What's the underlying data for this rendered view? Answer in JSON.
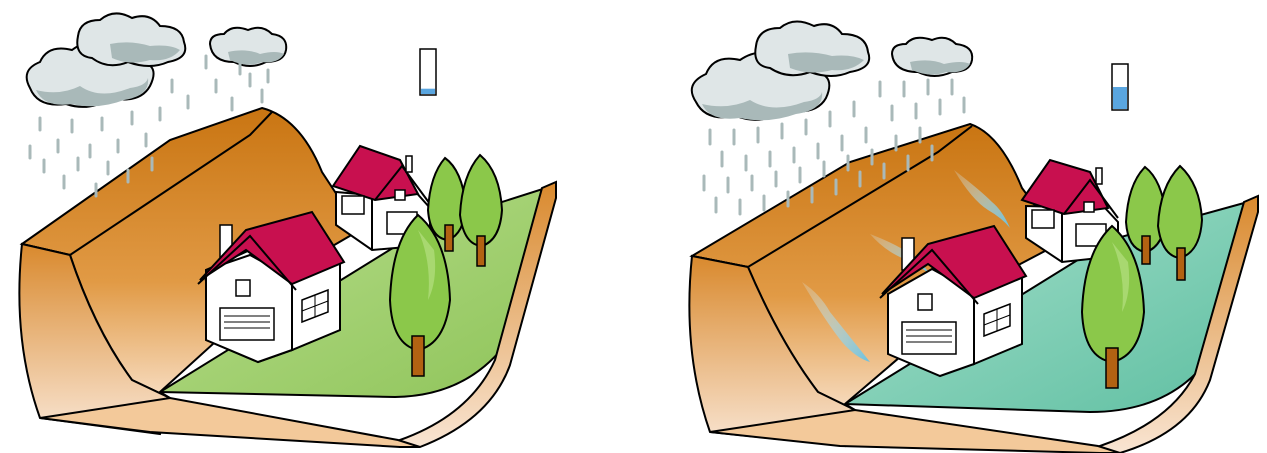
{
  "panels": [
    {
      "state": "light rain",
      "gauge_level": 0.12,
      "ground_color": "#a9d57a",
      "rain_intensity": "light",
      "runoff_streams": false
    },
    {
      "state": "heavy rain",
      "gauge_level": 0.5,
      "ground_color": "#7fcfb6",
      "rain_intensity": "heavy",
      "runoff_streams": true
    }
  ],
  "colors": {
    "hill": "#d9892d",
    "hill_top": "#c97818",
    "roof": "#c8104f",
    "wall": "#ffffff",
    "tree": "#8bc84a",
    "trunk": "#b26212",
    "cloud": "#dfe6e7",
    "cloud_shade": "#a9b9b9",
    "rain": "#a9b9b9",
    "water": "#5aa6e0",
    "stream": "#8ccfe3"
  }
}
